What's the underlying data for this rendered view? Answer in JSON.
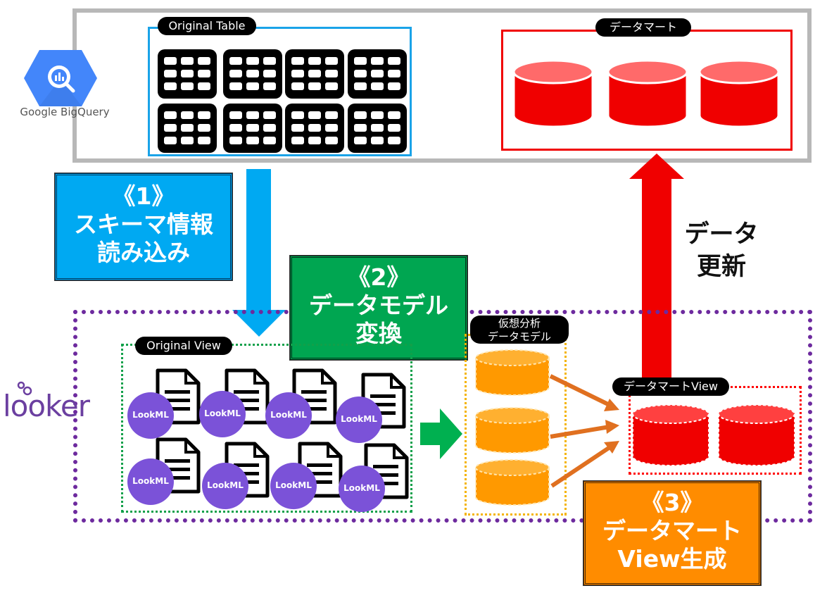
{
  "bigquery": {
    "label": "Google BigQuery"
  },
  "original_table": {
    "label": "Original Table"
  },
  "data_mart": {
    "label": "データマート"
  },
  "step1": {
    "number": "《1》",
    "line1": "スキーマ情報",
    "line2": "読み込み"
  },
  "step2": {
    "number": "《2》",
    "line1": "データモデル",
    "line2": "変換"
  },
  "step3": {
    "number": "《3》",
    "line1": "データマート",
    "line2": "View生成"
  },
  "update": {
    "line1": "データ",
    "line2": "更新"
  },
  "looker": {
    "label": "looker"
  },
  "original_view": {
    "label": "Original View",
    "lookml_label": "LookML"
  },
  "virtual_model": {
    "line1": "仮想分析",
    "line2": "データモデル"
  },
  "mart_view": {
    "label": "データマートView"
  },
  "colors": {
    "bigquery_blue": "#4386fa",
    "step1": "#00a9f2",
    "step2": "#00a651",
    "step3": "#ff8c00",
    "mart_red": "#ff0000",
    "model_orange": "#ff9900",
    "lookml_purple": "#7b52d8",
    "looker_purple": "#6b3fa0"
  }
}
